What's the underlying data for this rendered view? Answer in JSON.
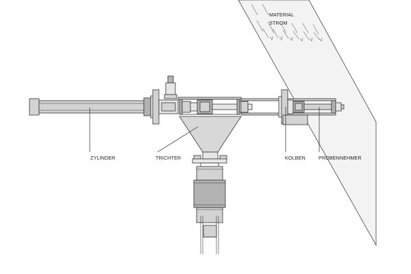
{
  "labels": {
    "material_line1": "MATERIAL",
    "material_line2": "STROM",
    "zylinder": "ZYLINDER",
    "trichter": "TRICHTER",
    "kolben": "KOLBEN",
    "probennehmer": "PROBENNEHMER"
  },
  "colors": {
    "stream_fill": "#f3f3f3",
    "part_fill": "#d3d3d3",
    "part_dark": "#b3b3b3",
    "part_light": "#e6e6e6",
    "stroke": "#333333"
  }
}
